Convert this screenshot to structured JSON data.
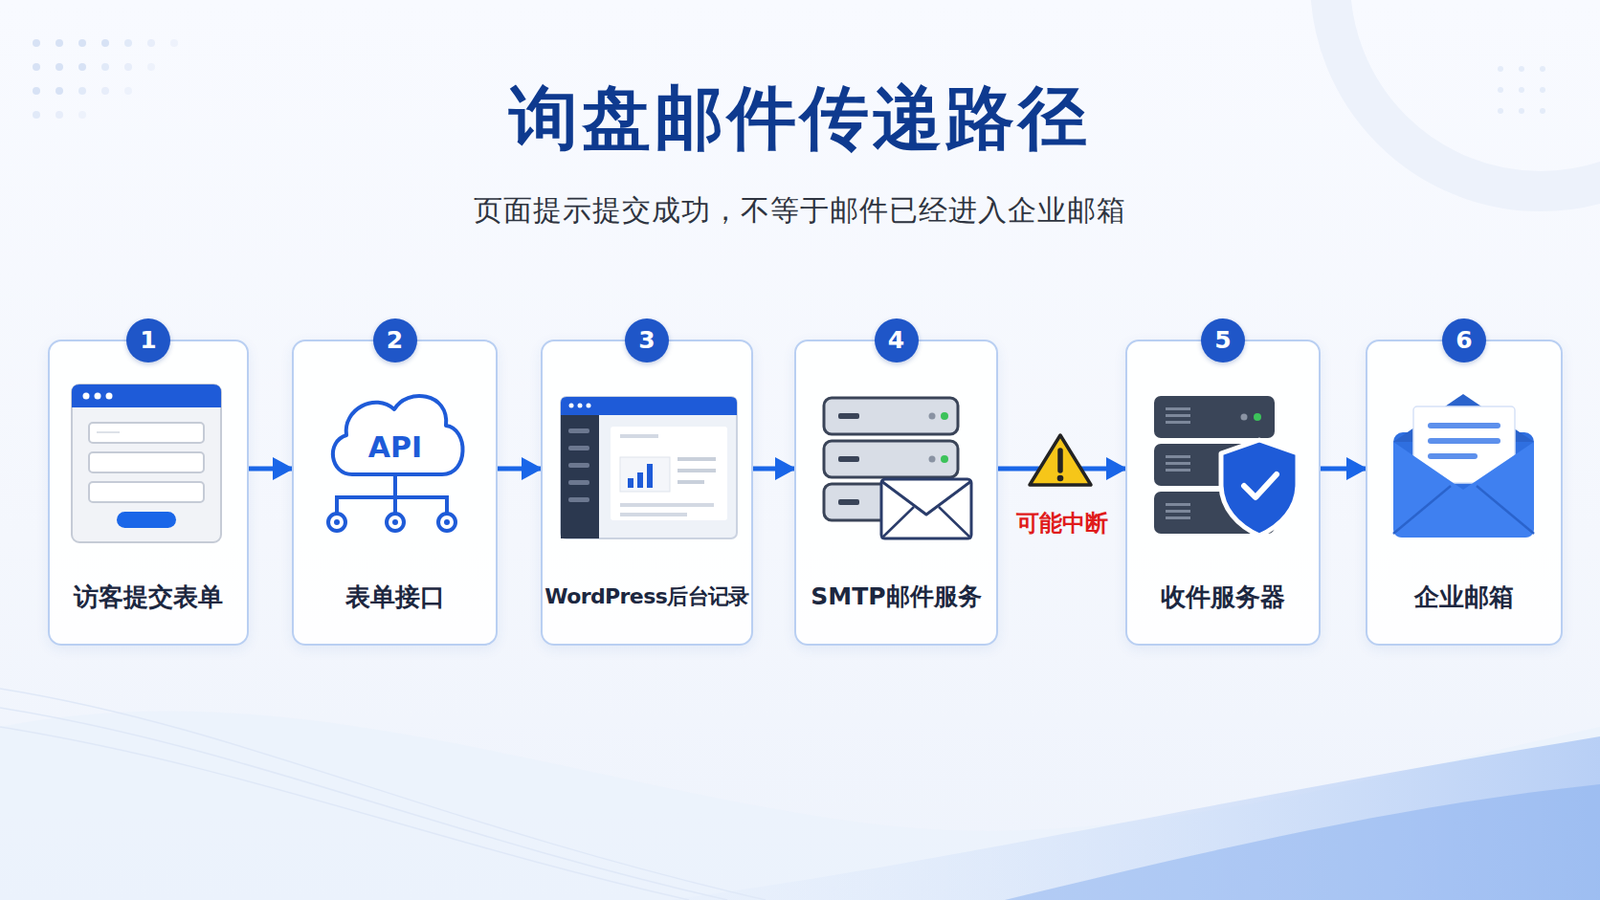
{
  "diagram": {
    "title": "询盘邮件传递路径",
    "caption": "页面提示提交成功，不等于邮件已经进入企业邮箱",
    "nodes": [
      {
        "text": [
          "1",
          "访客提交表单"
        ]
      },
      {
        "text": [
          "2",
          "表单接口"
        ]
      },
      {
        "text": [
          "3",
          "WordPress后台记录"
        ]
      },
      {
        "text": [
          "4",
          "SMTP邮件服务"
        ]
      },
      {
        "text": [
          "5",
          "收件服务器"
        ]
      },
      {
        "text": [
          "6",
          "企业邮箱"
        ]
      }
    ],
    "edges": [
      {
        "from": 0,
        "to": 1,
        "arrow": "to"
      },
      {
        "from": 1,
        "to": 2,
        "arrow": "to"
      },
      {
        "from": 2,
        "to": 3,
        "arrow": "to"
      },
      {
        "from": 3,
        "to": 4,
        "label": "可能中断",
        "arrow": "to"
      },
      {
        "from": 4,
        "to": 5,
        "arrow": "to"
      }
    ],
    "labels": [
      "API"
    ]
  }
}
